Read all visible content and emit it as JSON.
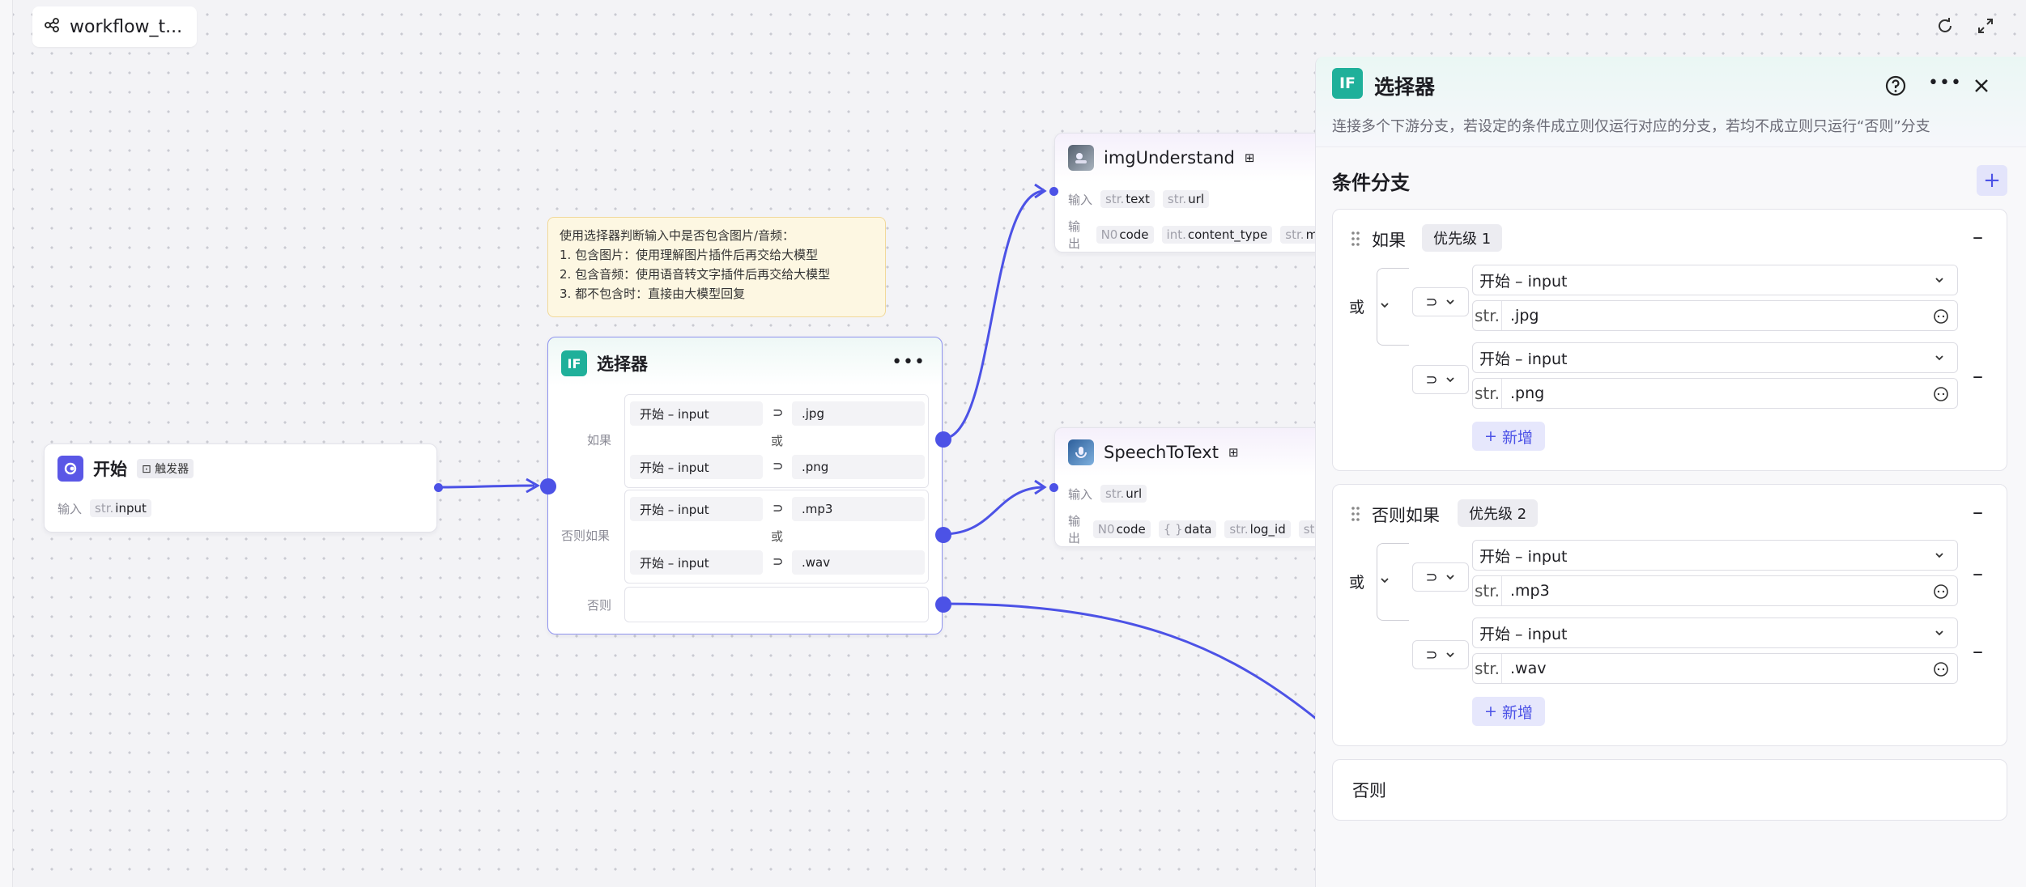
{
  "title": {
    "workflow_name": "workflow_t..."
  },
  "icons": {
    "workflow": "share-nodes-icon",
    "refresh": "refresh-icon",
    "expand": "expand-icon",
    "help": "help-icon",
    "more": "more-icon",
    "close": "close-icon"
  },
  "colors": {
    "accent": "#4c52e6",
    "start_icon": "#5a57e6",
    "selector_icon": "#1fb09a",
    "note_bg": "#fdf7e2"
  },
  "start_node": {
    "title": "开始",
    "badge": "触发器",
    "input_label": "输入",
    "input_tag_prefix": "str.",
    "input_tag_name": "input"
  },
  "note": {
    "lines": [
      "使用选择器判断输入中是否包含图片/音频：",
      "1. 包含图片：使用理解图片插件后再交给大模型",
      "2. 包含音频：使用语音转文字插件后再交给大模型",
      "3. 都不包含时：直接由大模型回复"
    ]
  },
  "selector_node": {
    "title": "选择器",
    "if_label": "如果",
    "elif_label": "否则如果",
    "else_label": "否则",
    "or": "或",
    "op": "⊃",
    "field_text": "开始 – input",
    "if_values": [
      ".jpg",
      ".png"
    ],
    "elif_values": [
      ".mp3",
      ".wav"
    ]
  },
  "img_node": {
    "title": "imgUnderstand",
    "input_label": "输入",
    "output_label": "输出",
    "inputs": [
      {
        "prefix": "str.",
        "name": "text"
      },
      {
        "prefix": "str.",
        "name": "url"
      }
    ],
    "outputs": [
      {
        "prefix": "N0",
        "name": "code"
      },
      {
        "prefix": "int.",
        "name": "content_type"
      },
      {
        "prefix": "str.",
        "name": "ms"
      }
    ]
  },
  "speech_node": {
    "title": "SpeechToText",
    "input_label": "输入",
    "output_label": "输出",
    "inputs": [
      {
        "prefix": "str.",
        "name": "url"
      }
    ],
    "outputs": [
      {
        "prefix": "N0",
        "name": "code"
      },
      {
        "prefix": "{ }",
        "name": "data"
      },
      {
        "prefix": "str.",
        "name": "log_id"
      },
      {
        "prefix": "str.",
        "name": ""
      }
    ]
  },
  "panel": {
    "title": "选择器",
    "description": "连接多个下游分支，若设定的条件成立则仅运行对应的分支，若均不成立则只运行“否则”分支",
    "section_title": "条件分支",
    "add": "+",
    "or": "或",
    "operator": "⊃",
    "str_prefix": "str.",
    "new_label": "新增",
    "new_plus": "+",
    "minus": "–",
    "branch1": {
      "title": "如果",
      "priority": "优先级 1",
      "conditions": [
        {
          "field": "开始 – input",
          "value": ".jpg"
        },
        {
          "field": "开始 – input",
          "value": ".png"
        }
      ]
    },
    "branch2": {
      "title": "否则如果",
      "priority": "优先级 2",
      "conditions": [
        {
          "field": "开始 – input",
          "value": ".mp3"
        },
        {
          "field": "开始 – input",
          "value": ".wav"
        }
      ]
    },
    "else_title": "否则"
  }
}
